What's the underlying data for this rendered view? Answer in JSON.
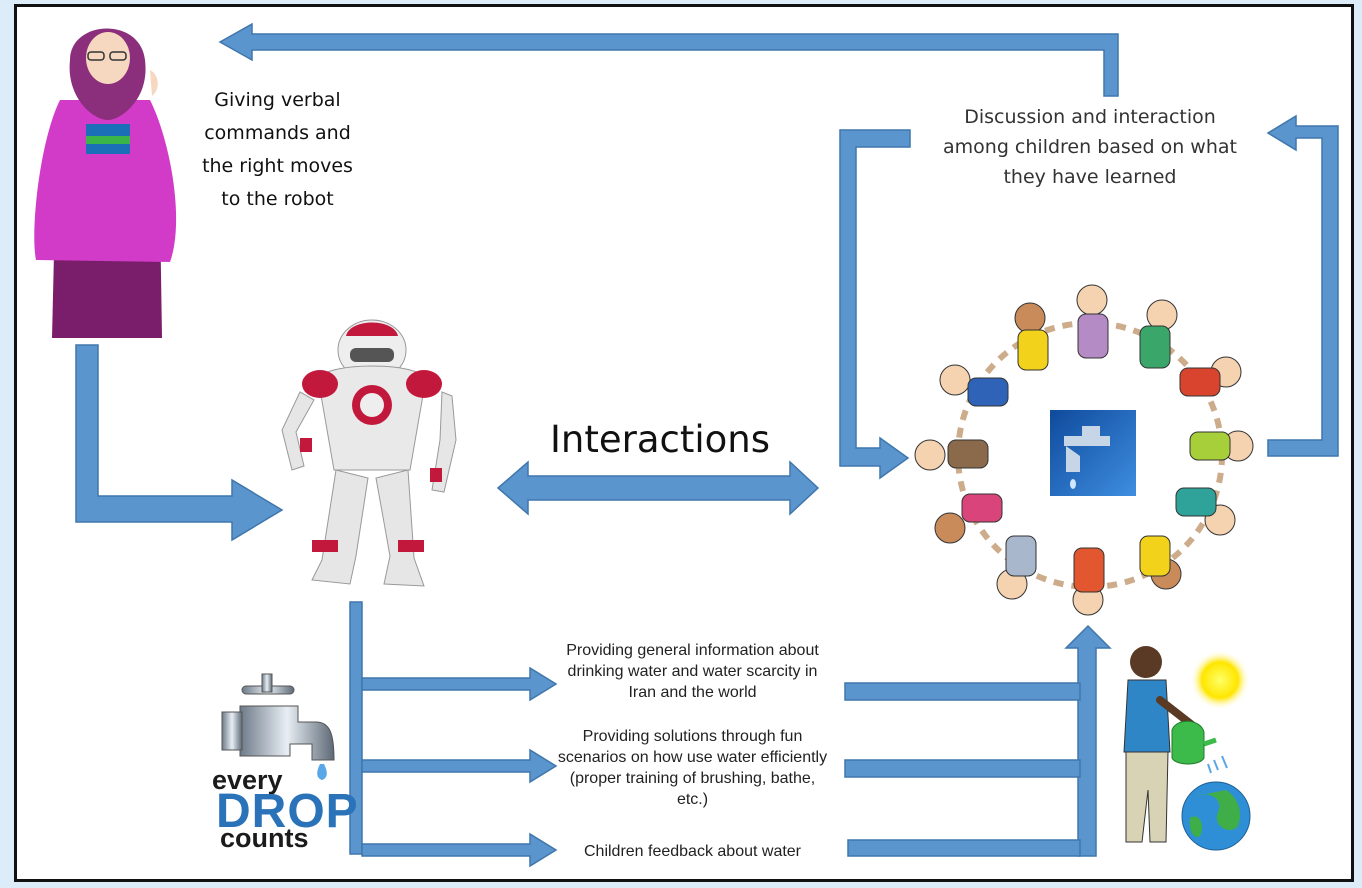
{
  "labels": {
    "teacher_commands": "Giving verbal commands and the right moves to the robot",
    "discussion": "Discussion and interaction among children based on what they have learned",
    "interactions": "Interactions",
    "info_general": "Providing general information about drinking water and water scarcity in Iran and the world",
    "info_solutions": "Providing solutions through fun scenarios on how use water efficiently (proper training of brushing, bathe, etc.)",
    "info_feedback": "Children feedback about water"
  },
  "logo": {
    "line1": "every",
    "line2": "DROP",
    "line3": "counts"
  },
  "colors": {
    "arrow": "#5b95cd",
    "arrow_stroke": "#3f77ad",
    "border": "#111111",
    "background": "#dcecf8"
  },
  "icons": [
    "teacher-figure",
    "robot-figure",
    "children-circle",
    "water-tap",
    "gardener-figure",
    "earth-globe",
    "sun"
  ]
}
